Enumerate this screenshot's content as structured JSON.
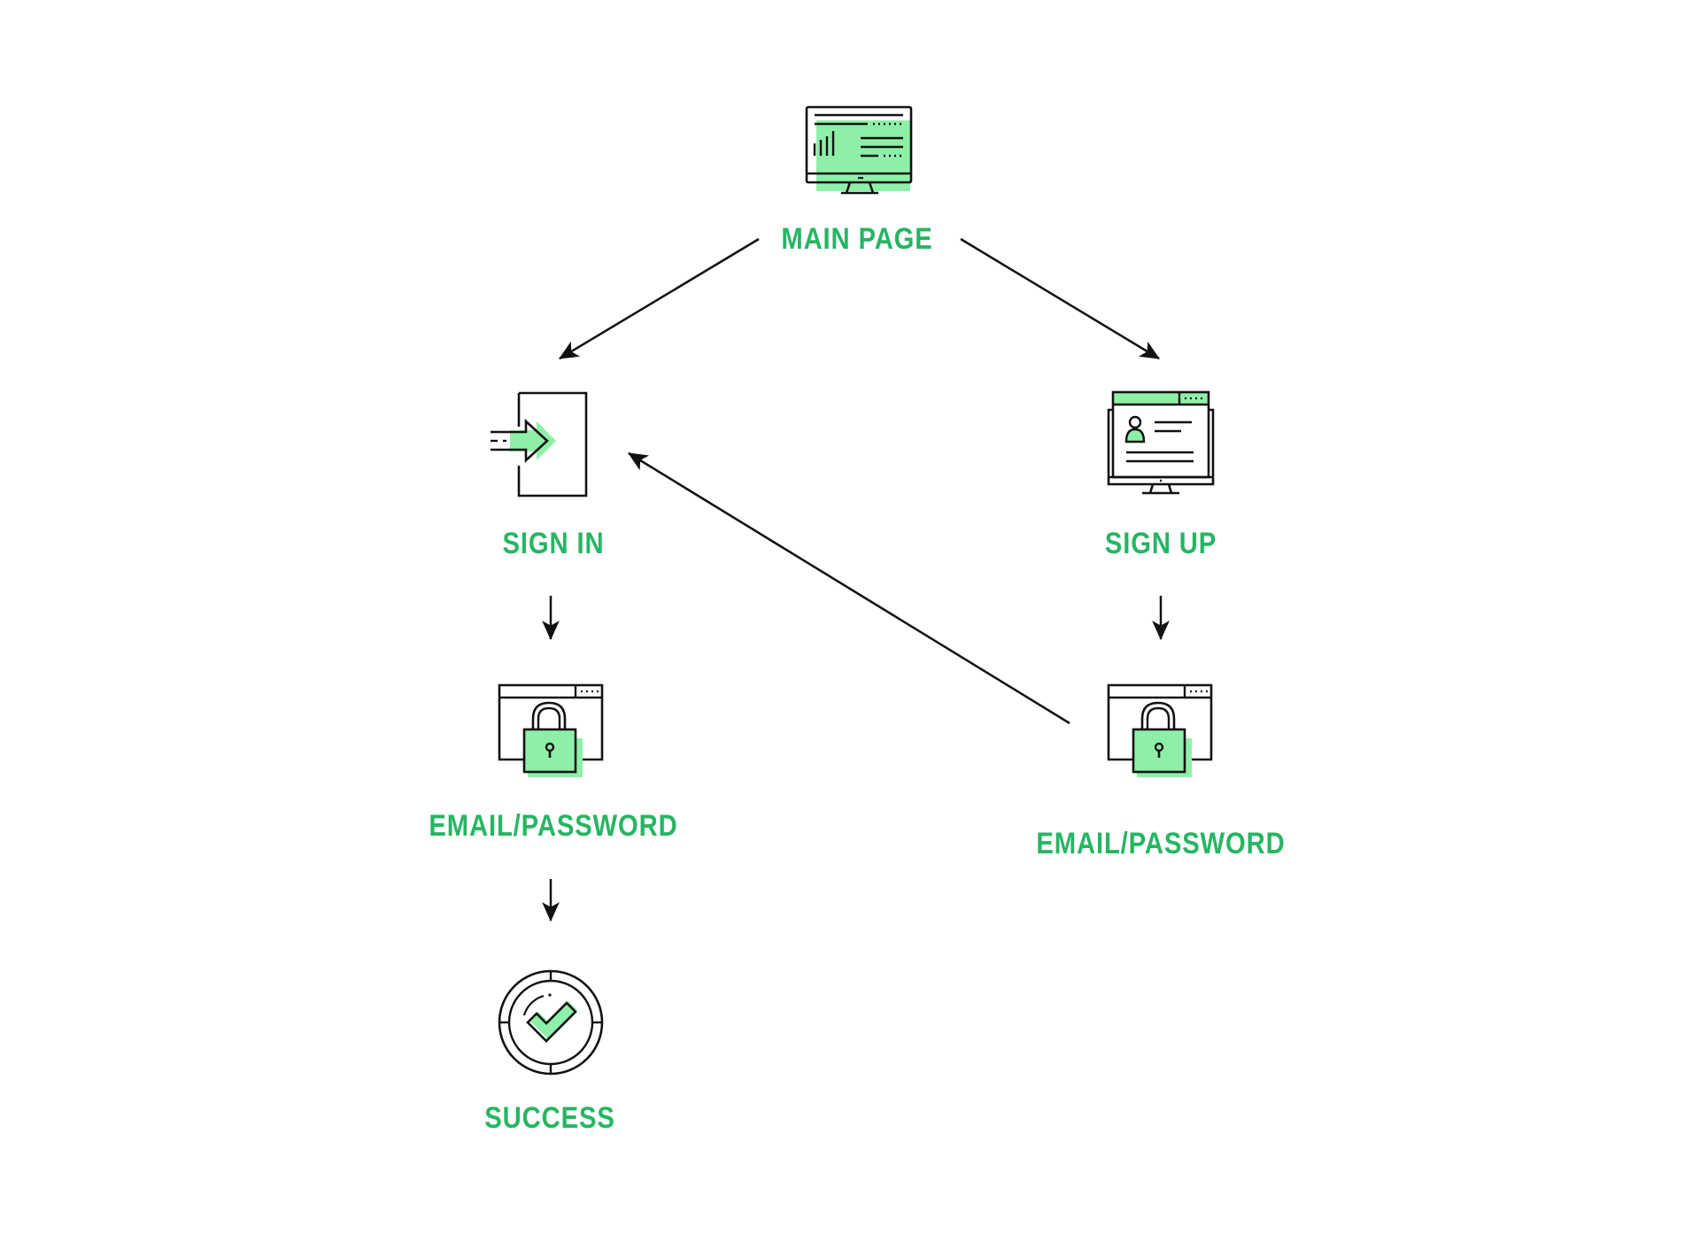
{
  "colors": {
    "accent_green": "#27b563",
    "icon_fill_green": "#8ef0a8",
    "stroke_black": "#111111",
    "background": "#ffffff"
  },
  "nodes": {
    "main_page": {
      "label": "MAIN PAGE",
      "icon": "monitor-dashboard-icon"
    },
    "sign_in": {
      "label": "SIGN IN",
      "icon": "sign-in-door-arrow-icon"
    },
    "sign_up": {
      "label": "SIGN UP",
      "icon": "monitor-profile-form-icon"
    },
    "email_password_left": {
      "label": "EMAIL/PASSWORD",
      "icon": "browser-padlock-icon"
    },
    "email_password_right": {
      "label": "EMAIL/PASSWORD",
      "icon": "browser-padlock-icon"
    },
    "success": {
      "label": "SUCCESS",
      "icon": "checkmark-badge-icon"
    }
  },
  "edges": [
    {
      "from": "MAIN PAGE",
      "to": "SIGN IN"
    },
    {
      "from": "MAIN PAGE",
      "to": "SIGN UP"
    },
    {
      "from": "SIGN IN",
      "to": "EMAIL/PASSWORD (left)"
    },
    {
      "from": "EMAIL/PASSWORD (left)",
      "to": "SUCCESS"
    },
    {
      "from": "SIGN UP",
      "to": "EMAIL/PASSWORD (right)"
    },
    {
      "from": "EMAIL/PASSWORD (right)",
      "to": "SIGN IN"
    }
  ]
}
